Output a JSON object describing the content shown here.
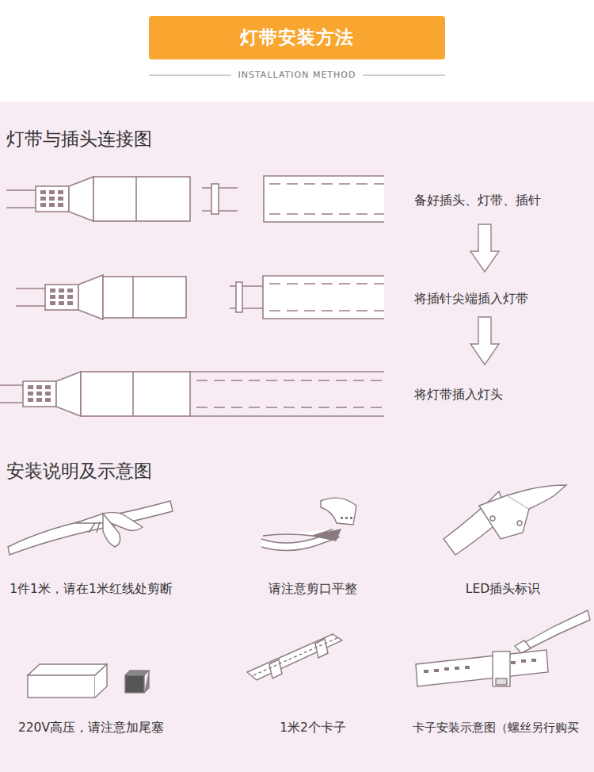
{
  "diagram": {
    "title": "灯带安装方法",
    "labels": [
      "INSTALLATION METHOD",
      "灯带与插头连接图",
      "备好插头、灯带、插针",
      "将插针尖端插入灯带",
      "将灯带插入灯头",
      "安装说明及示意图",
      "1件1米，请在1米红线处剪断",
      "请注意剪口平整",
      "LED插头标识",
      "220V高压，请注意加尾塞",
      "1米2个卡子",
      "卡子安装示意图（螺丝另行购买"
    ]
  }
}
